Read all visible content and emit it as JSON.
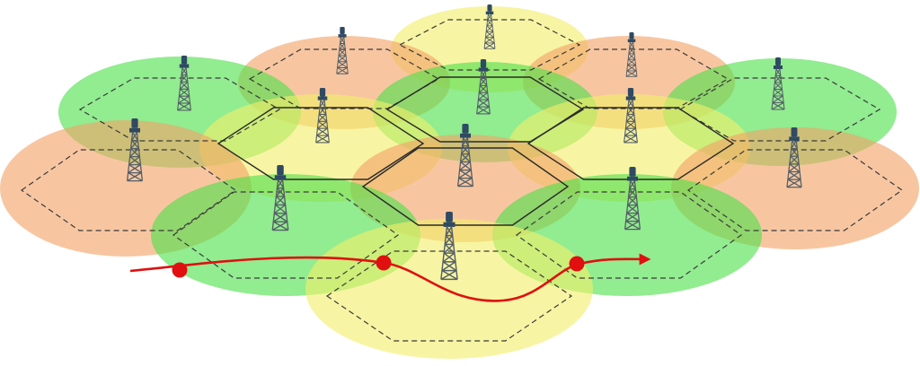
{
  "diagram": {
    "colors": {
      "orange": "#F2A367",
      "green": "#4FE04C",
      "yellow": "#F2EF6A",
      "hex_edge_solid": "#2a2a2a",
      "hex_edge_dashed": "#3a3a3a",
      "tower": "#555f66",
      "tower_top": "#2f4a63",
      "path": "#e01010",
      "handoff_point": "#e01010"
    },
    "cells": [
      {
        "id": "cell-top-yellow",
        "color": "yellow"
      },
      {
        "id": "cell-upper-left-orange",
        "color": "orange"
      },
      {
        "id": "cell-upper-right-orange",
        "color": "orange"
      },
      {
        "id": "cell-left-green",
        "color": "green"
      },
      {
        "id": "cell-center-top-green",
        "color": "green"
      },
      {
        "id": "cell-right-green",
        "color": "green"
      },
      {
        "id": "cell-center-left-yellow",
        "color": "yellow"
      },
      {
        "id": "cell-center-right-yellow",
        "color": "yellow"
      },
      {
        "id": "cell-far-left-orange",
        "color": "orange"
      },
      {
        "id": "cell-center-orange",
        "color": "orange"
      },
      {
        "id": "cell-far-right-orange",
        "color": "orange"
      },
      {
        "id": "cell-lower-left-green",
        "color": "green"
      },
      {
        "id": "cell-lower-right-green",
        "color": "green"
      },
      {
        "id": "cell-bottom-yellow",
        "color": "yellow"
      }
    ],
    "towers": 14,
    "handoff_points": 3,
    "path_icon": "red-arrow-path"
  }
}
